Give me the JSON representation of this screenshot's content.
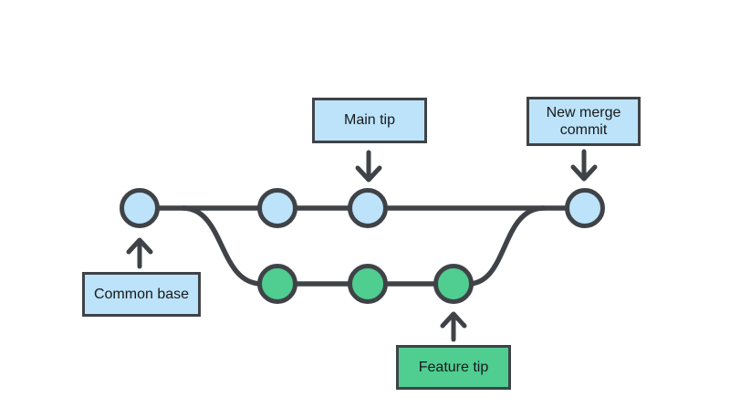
{
  "diagram": {
    "type": "git-branch-merge-diagram",
    "background": "#ffffff",
    "colors": {
      "main_commit_fill": "#BCE3F9",
      "feature_commit_fill": "#50CD90",
      "line_stroke": "#3F4347",
      "label_blue_fill": "#BCE3F9",
      "label_green_fill": "#50CD90",
      "label_border": "#3F4347",
      "text": "#17191C"
    },
    "labels": {
      "main_tip": "Main tip",
      "new_merge_commit": "New merge commit",
      "common_base": "Common base",
      "feature_tip": "Feature tip"
    },
    "branches": {
      "main": {
        "commit_count": 4,
        "commit_color": "#BCE3F9"
      },
      "feature": {
        "commit_count": 3,
        "commit_color": "#50CD90"
      }
    }
  }
}
